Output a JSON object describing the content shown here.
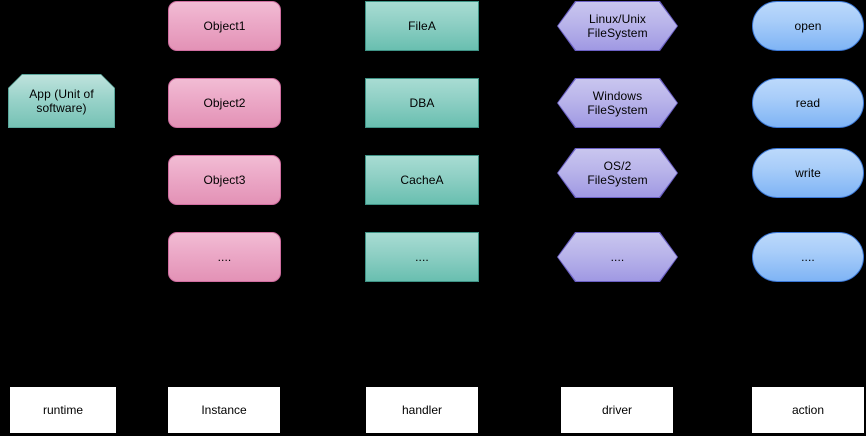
{
  "diagram": {
    "background_color": "#000000",
    "title": "",
    "columns": [
      {
        "key": "runtime",
        "footer_label": "runtime",
        "shape": "octagon",
        "fill_color": "#9ad3ca",
        "stroke_color": "#5aa79c",
        "nodes": [
          {
            "label": "App (Unit of\nsoftware)",
            "row": 2
          }
        ]
      },
      {
        "key": "instance",
        "footer_label": "Instance",
        "shape": "rounded-rectangle",
        "fill_color": "#ecaac8",
        "stroke_color": "#d06ea0",
        "nodes": [
          {
            "label": "Object1",
            "row": 1
          },
          {
            "label": "Object2",
            "row": 2
          },
          {
            "label": "Object3",
            "row": 3
          },
          {
            "label": "....",
            "row": 4
          }
        ]
      },
      {
        "key": "handler",
        "footer_label": "handler",
        "shape": "rectangle",
        "fill_color": "#8ecfc4",
        "stroke_color": "#3f9386",
        "nodes": [
          {
            "label": "FileA",
            "row": 1
          },
          {
            "label": "DBA",
            "row": 2
          },
          {
            "label": "CacheA",
            "row": 3
          },
          {
            "label": "....",
            "row": 4
          }
        ]
      },
      {
        "key": "driver",
        "footer_label": "driver",
        "shape": "hexagon",
        "fill_color": "#b9b4ea",
        "stroke_color": "#6b60c4",
        "nodes": [
          {
            "label": "Linux/Unix\nFileSystem",
            "row": 1
          },
          {
            "label": "Windows\nFileSystem",
            "row": 2
          },
          {
            "label": "OS/2\nFileSystem",
            "row": 3
          },
          {
            "label": "....",
            "row": 4
          }
        ]
      },
      {
        "key": "action",
        "footer_label": "action",
        "shape": "pill",
        "fill_color": "#a8cdf9",
        "stroke_color": "#3b78d8",
        "nodes": [
          {
            "label": "open",
            "row": 1
          },
          {
            "label": "read",
            "row": 2
          },
          {
            "label": "write",
            "row": 3
          },
          {
            "label": "....",
            "row": 4
          }
        ]
      }
    ]
  }
}
